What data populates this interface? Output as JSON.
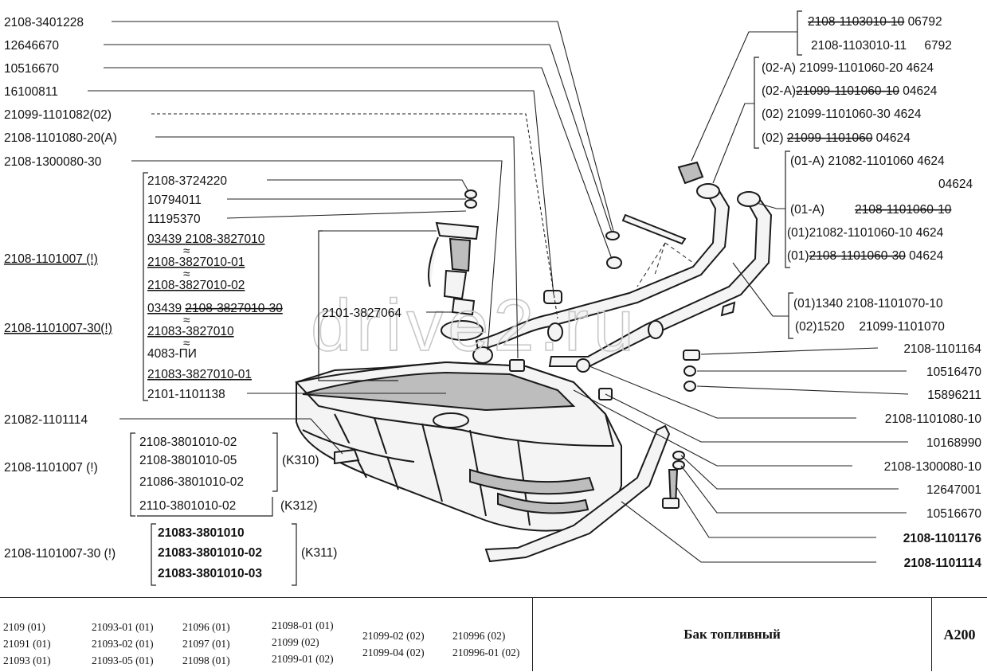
{
  "watermark": "drive2.ru",
  "left_labels": [
    "2108-3401228",
    "12646670",
    "10516670",
    "16100811",
    "21099-1101082(02)",
    "2108-1101080-20(A)",
    "2108-1300080-30"
  ],
  "pump_group": [
    "2108-3724220",
    "10794011",
    "11195370"
  ],
  "pump_variants": [
    {
      "a": "03439",
      "b": "2108-3827010"
    },
    {
      "a": "",
      "b": "2108-3827010-01"
    },
    {
      "a": "",
      "b": "2108-3827010-02"
    },
    {
      "a": "03439",
      "b": "2108-3827010-30"
    },
    {
      "a": "",
      "b": "21083-3827010"
    },
    {
      "a": "",
      "b": "4083-ПИ"
    },
    {
      "a": "",
      "b": "21083-3827010-01"
    }
  ],
  "pump_tail": "2101-1101138",
  "pump_side": "2101-3827064",
  "assembly_a": "2108-1101007 (!)",
  "assembly_b": "2108-1101007-30(!)",
  "bracket_label": "21082-1101114",
  "tank_a": {
    "label": "2108-1101007 (!)",
    "items": [
      "2108-3801010-02",
      "2108-3801010-05",
      "21086-3801010-02",
      "2110-3801010-02"
    ],
    "note1": "(K310)",
    "note2": "(K312)"
  },
  "tank_b": {
    "label": "2108-1101007-30 (!)",
    "items": [
      "21083-3801010",
      "21083-3801010-02",
      "21083-3801010-03"
    ],
    "note": "(K311)"
  },
  "cap": [
    {
      "a": "2108-1103010-10",
      "b": "06792"
    },
    {
      "a": "2108-1103010-11",
      "b": "6792"
    }
  ],
  "neck_a": [
    {
      "m": "(02-A)",
      "p": "21099-1101060-20",
      "c": "4624"
    },
    {
      "m": "(02-A)",
      "p": "21099-1101060-10",
      "c": "04624"
    },
    {
      "m": "(02)",
      "p": "21099-1101060-30",
      "c": "4624"
    },
    {
      "m": "(02)",
      "p": "21099-1101060",
      "c": "04624"
    }
  ],
  "neck_b": [
    {
      "m": "(01-A)",
      "p": "21082-1101060",
      "c": "4624"
    },
    {
      "m": "",
      "p": "",
      "c": "04624"
    },
    {
      "m": "(01-A)",
      "p": "2108-1101060-10",
      "c": ""
    },
    {
      "m": "(01)",
      "p": "21082-1101060-10",
      "c": "4624"
    },
    {
      "m": "(01)",
      "p": "2108-1101060-30",
      "c": "04624"
    }
  ],
  "vent": [
    {
      "m": "(01)1340",
      "p": "2108-1101070-10"
    },
    {
      "m": "(02)1520",
      "p": "21099-1101070"
    }
  ],
  "right_labels": [
    "2108-1101164",
    "10516470",
    "15896211",
    "2108-1101080-10",
    "10168990",
    "2108-1300080-10",
    "12647001",
    "10516670",
    "2108-1101176",
    "2108-1101114"
  ],
  "models": [
    [
      "2109 (01)",
      "21091 (01)",
      "21093 (01)"
    ],
    [
      "21093-01 (01)",
      "21093-02 (01)",
      "21093-05 (01)"
    ],
    [
      "21096 (01)",
      "21097 (01)",
      "21098 (01)"
    ],
    [
      "21098-01 (01)",
      "21099 (02)",
      "21099-01 (02)"
    ],
    [
      "21099-02 (02)",
      "21099-04 (02)"
    ],
    [
      "210996 (02)",
      "210996-01 (02)"
    ]
  ],
  "title": "Бак топливный",
  "page_code": "A200"
}
